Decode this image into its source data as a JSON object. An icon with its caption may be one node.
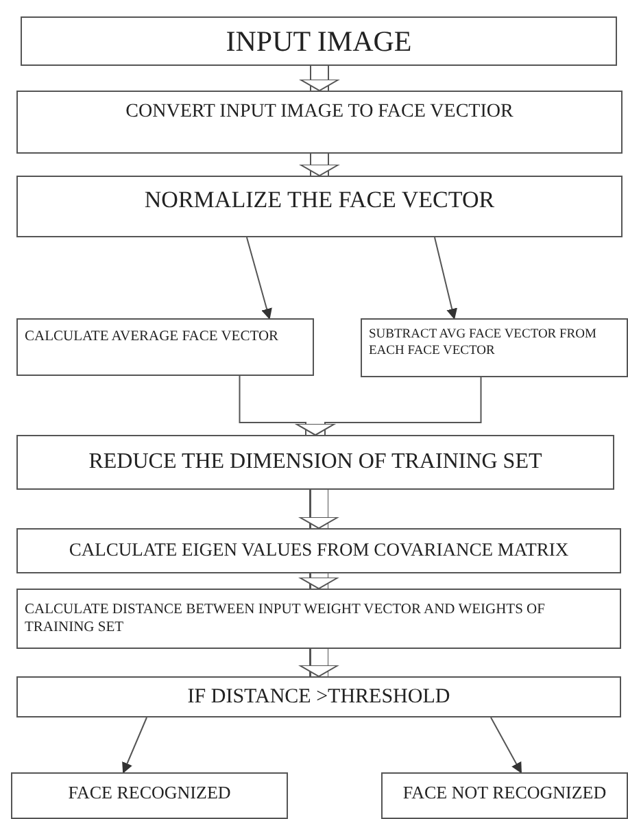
{
  "diagram": {
    "nodes": [
      {
        "text": [
          "INPUT IMAGE"
        ]
      },
      {
        "text": [
          "CONVERT INPUT IMAGE TO FACE VECTIOR"
        ]
      },
      {
        "text": [
          "NORMALIZE THE FACE VECTOR"
        ]
      },
      {
        "text": [
          "CALCULATE AVERAGE FACE VECTOR"
        ]
      },
      {
        "text": [
          "SUBTRACT AVG FACE VECTOR FROM EACH FACE VECTOR"
        ]
      },
      {
        "text": [
          "REDUCE THE DIMENSION OF TRAINING SET"
        ]
      },
      {
        "text": [
          "CALCULATE EIGEN VALUES FROM COVARIANCE MATRIX"
        ]
      },
      {
        "text": [
          "CALCULATE DISTANCE BETWEEN INPUT WEIGHT VECTOR AND WEIGHTS OF TRAINING SET"
        ]
      },
      {
        "text": [
          "IF DISTANCE >THRESHOLD"
        ]
      },
      {
        "text": [
          "FACE RECOGNIZED"
        ]
      },
      {
        "text": [
          "FACE NOT RECOGNIZED"
        ]
      }
    ],
    "edges": [
      {
        "from": 0,
        "to": 1,
        "arrow": "to",
        "style": "thick"
      },
      {
        "from": 1,
        "to": 2,
        "arrow": "to",
        "style": "thick"
      },
      {
        "from": 2,
        "to": 3,
        "arrow": "to"
      },
      {
        "from": 2,
        "to": 4,
        "arrow": "to"
      },
      {
        "from": 3,
        "to": 5,
        "arrow": "to"
      },
      {
        "from": 4,
        "to": 5,
        "arrow": "to"
      },
      {
        "from": 5,
        "to": 6,
        "arrow": "to",
        "style": "thick"
      },
      {
        "from": 6,
        "to": 7,
        "arrow": "to",
        "style": "thick"
      },
      {
        "from": 7,
        "to": 8,
        "arrow": "to",
        "style": "thick"
      },
      {
        "from": 8,
        "to": 9,
        "arrow": "to"
      },
      {
        "from": 8,
        "to": 10,
        "arrow": "to"
      }
    ]
  }
}
